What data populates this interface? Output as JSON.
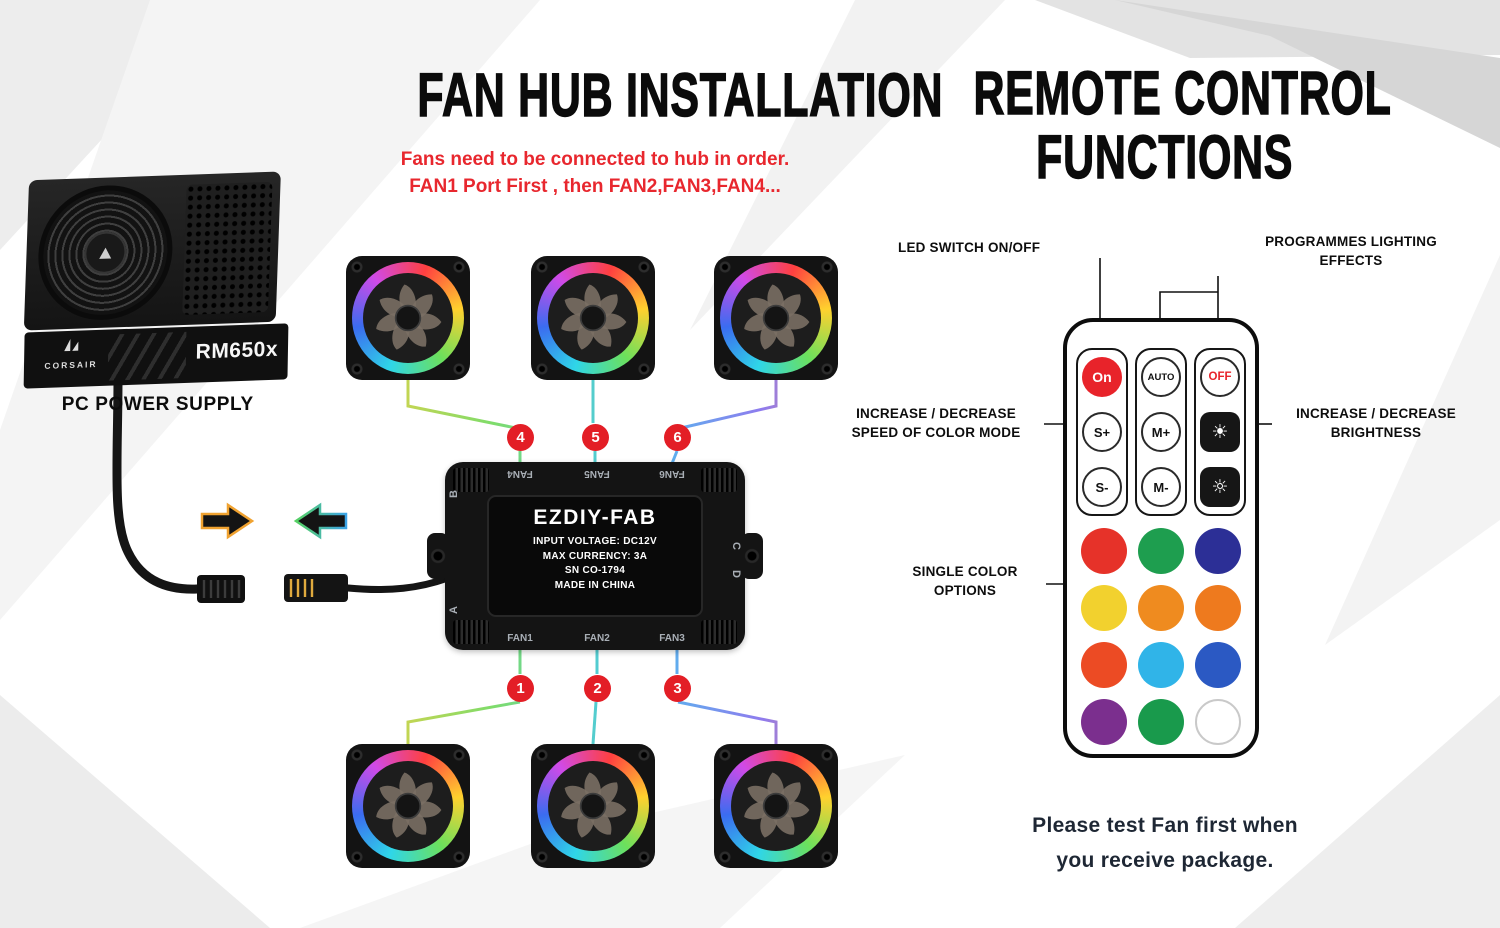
{
  "colors": {
    "accent_red": "#e31e26",
    "instruction_red": "#e8272e",
    "heading_black": "#0b0b0b"
  },
  "psu": {
    "brand": "CORSAIR",
    "model": "RM650x",
    "caption": "PC POWER SUPPLY"
  },
  "hub_section": {
    "title": "FAN HUB INSTALLATION",
    "note_line1": "Fans need to be connected to hub in order.",
    "note_line2": "FAN1 Port First , then FAN2,FAN3,FAN4...",
    "top_fan_numbers": [
      "4",
      "5",
      "6"
    ],
    "bottom_fan_numbers": [
      "1",
      "2",
      "3"
    ],
    "hub": {
      "brand": "EZDIY-FAB",
      "specs": [
        "INPUT VOLTAGE: DC12V",
        "MAX CURRENCY: 3A",
        "SN CO-1794",
        "MADE IN CHINA"
      ],
      "top_ports": [
        "FAN4",
        "FAN5",
        "FAN6"
      ],
      "bottom_ports": [
        "FAN1",
        "FAN2",
        "FAN3"
      ],
      "side_labels": {
        "left_top": "B",
        "left_bottom": "A",
        "right_top": "C",
        "right_bottom": "D"
      }
    }
  },
  "remote_section": {
    "title_line1": "REMOTE CONTROL",
    "title_line2": "FUNCTIONS",
    "callouts": {
      "led_switch": "LED SWITCH ON/OFF",
      "programmes_line1": "PROGRAMMES  LIGHTING",
      "programmes_line2": "EFFECTS",
      "speed_line1": "INCREASE / DECREASE",
      "speed_line2": "SPEED OF COLOR MODE",
      "brightness_line1": "INCREASE / DECREASE",
      "brightness_line2": "BRIGHTNESS",
      "single_color_line1": "SINGLE COLOR",
      "single_color_line2": "OPTIONS"
    },
    "buttons": {
      "on": "On",
      "auto": "AUTO",
      "off": "OFF",
      "s_plus": "S+",
      "m_plus": "M+",
      "s_minus": "S-",
      "m_minus": "M-",
      "brightness_up_glyph": "☀",
      "brightness_down_glyph": "☼"
    },
    "color_options": [
      "#e63229",
      "#1e9e4f",
      "#2c2f96",
      "#f2d12e",
      "#ef8b1f",
      "#ee7a1e",
      "#ec4b24",
      "#30b4e8",
      "#2b59c3",
      "#7b2f8e",
      "#199a4c",
      "#ffffff"
    ],
    "footer_line1": "Please test Fan first when",
    "footer_line2": "you receive package."
  }
}
